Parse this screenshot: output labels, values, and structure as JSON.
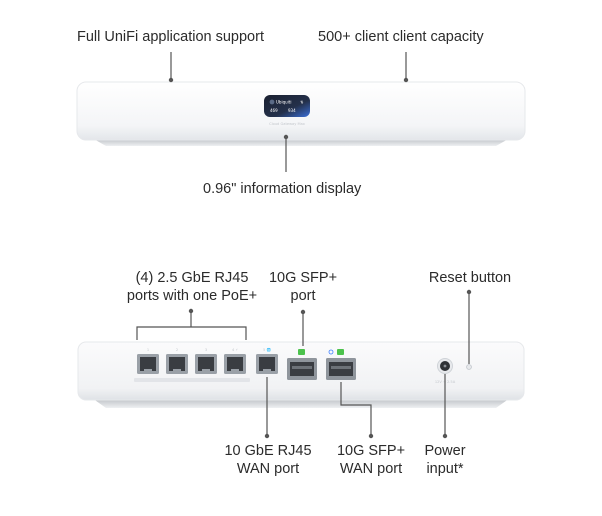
{
  "callouts": {
    "app_support": "Full UniFi application support",
    "client_capacity": "500+ client client capacity",
    "info_display": "0.96\" information display",
    "rj45_ports": [
      "(4) 2.5 GbE RJ45",
      "ports with one PoE+"
    ],
    "sfp_top": [
      "10G SFP+",
      "port"
    ],
    "reset": "Reset button",
    "wan_rj45": [
      "10 GbE RJ45",
      "WAN port"
    ],
    "wan_sfp": [
      "10G SFP+",
      "WAN port"
    ],
    "power": [
      "Power",
      "input*"
    ]
  },
  "device": {
    "front_caption": "Cloud Gateway Max",
    "display": {
      "line1": "Ubiquiti",
      "line1_right": "⇅",
      "line2_left": "469",
      "line2_right": "934"
    },
    "port_labels": [
      "1",
      "2",
      "3",
      "4 ⚡"
    ],
    "wan_label": "5 🌐",
    "sfp_labels": [
      "6",
      "🌐 7"
    ],
    "power_label": "12V ⎓ 2.5A"
  },
  "colors": {
    "device_body": "#f6f7f8",
    "shadow": "#c9ccd0",
    "line": "#555555",
    "led_green": "#4cc24c",
    "screen": "#1c2433",
    "accent": "#3d7fff"
  }
}
